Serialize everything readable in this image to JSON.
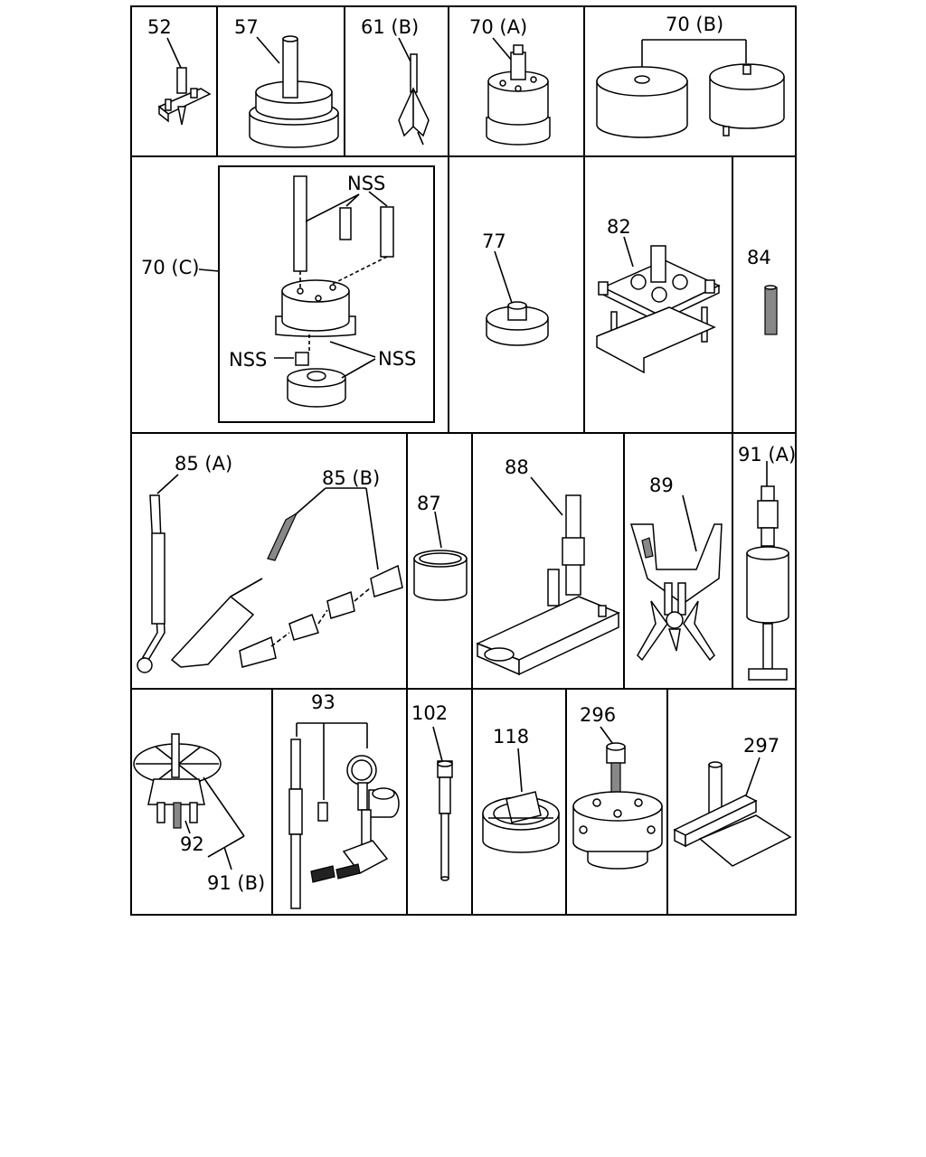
{
  "labels": {
    "p52": "52",
    "p57": "57",
    "p61b": "61 (B)",
    "p70a": "70 (A)",
    "p70b": "70 (B)",
    "p70c": "70 (C)",
    "nss1": "NSS",
    "nss2": "NSS",
    "nss3": "NSS",
    "p77": "77",
    "p82": "82",
    "p84": "84",
    "p85a": "85 (A)",
    "p85b": "85 (B)",
    "p87": "87",
    "p88": "88",
    "p89": "89",
    "p91a": "91 (A)",
    "p92": "92",
    "p91b": "91 (B)",
    "p93": "93",
    "p102": "102",
    "p118": "118",
    "p296": "296",
    "p297": "297"
  }
}
